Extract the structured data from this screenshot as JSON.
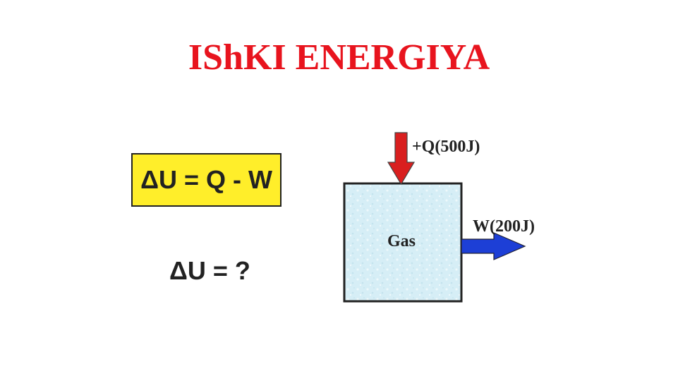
{
  "title": "IShKI ENERGIYA",
  "formula": "ΔU = Q - W",
  "question": "ΔU = ?",
  "diagram": {
    "heat_label": "+Q(500J)",
    "work_label": "W(200J)",
    "system_label": "Gas"
  },
  "colors": {
    "title": "#e8141e",
    "formula_box_fill": "#ffee2a",
    "heat_arrow": "#d91f1f",
    "work_arrow": "#1d3fd6",
    "gas_fill": "#d6eef6",
    "text": "#222222"
  }
}
